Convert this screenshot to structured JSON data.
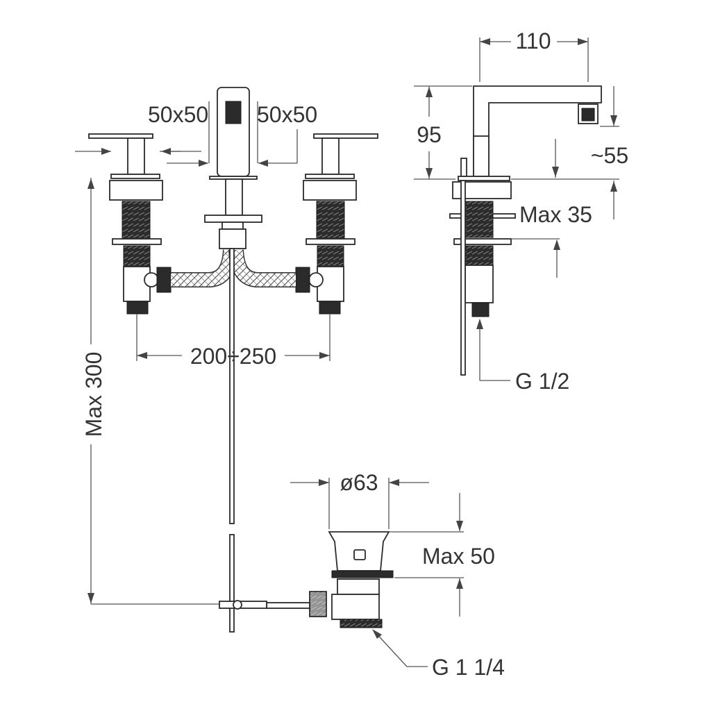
{
  "colors": {
    "line": "#333333",
    "thread": "#2b2b2b",
    "background": "#ffffff"
  },
  "labels": {
    "spout_square_left": "50x50",
    "spout_square_right": "50x50",
    "handle_spacing": "200÷250",
    "max_height_below": "Max 300",
    "spout_reach": "110",
    "spout_height": "95",
    "outlet_height": "~55",
    "max_deck_thickness": "Max 35",
    "inlet_thread": "G 1/2",
    "waste_diameter": "ø63",
    "waste_max_thickness": "Max 50",
    "waste_thread": "G 1 1/4"
  }
}
